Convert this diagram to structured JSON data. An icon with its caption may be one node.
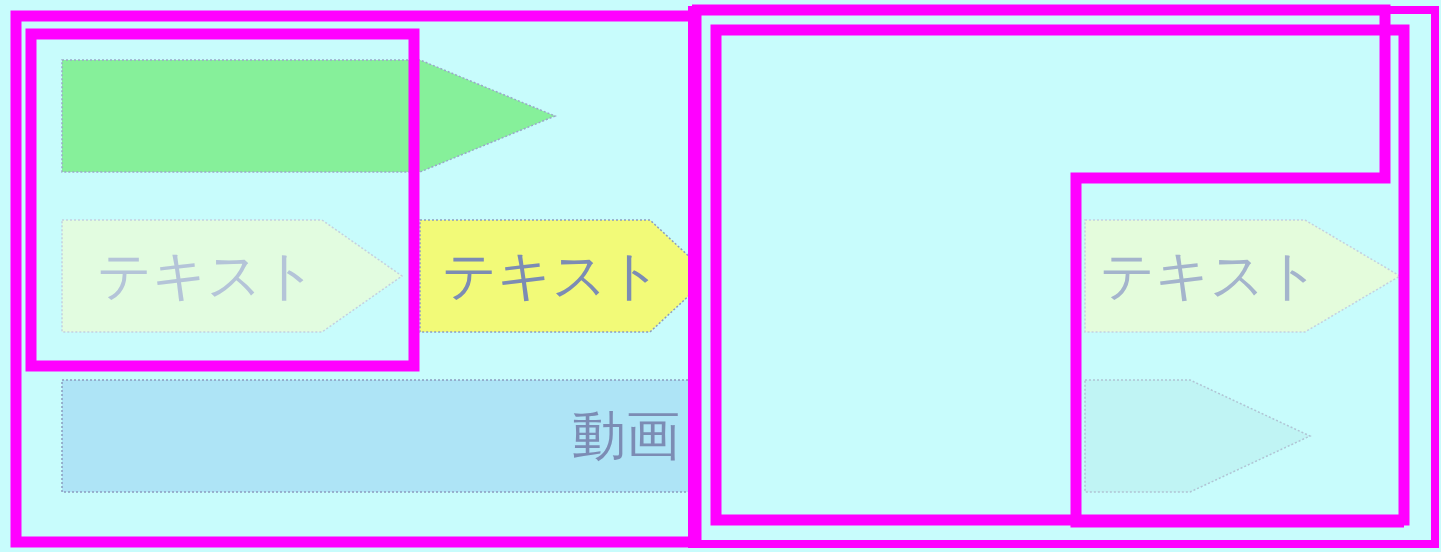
{
  "diagram": {
    "nodes": [
      {
        "text": [],
        "shape": "arrow"
      },
      {
        "text": [
          "テキスト"
        ]
      },
      {
        "text": [
          "テキスト"
        ]
      },
      {
        "text": [
          "テキスト"
        ]
      },
      {
        "text": [
          "動画"
        ]
      },
      {
        "text": [],
        "shape": "arrow"
      }
    ]
  }
}
